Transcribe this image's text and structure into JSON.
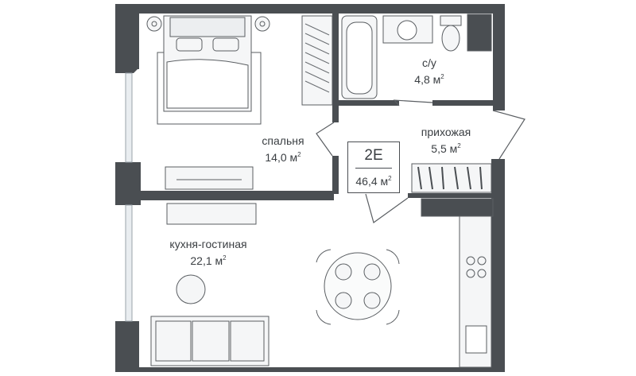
{
  "apartment": {
    "code": "2E",
    "total_area": "46,4",
    "unit": "м",
    "unit_power": "2"
  },
  "rooms": {
    "bathroom": {
      "name": "с/у",
      "area": "4,8 м",
      "power": "2"
    },
    "bedroom": {
      "name": "спальня",
      "area": "14,0 м",
      "power": "2"
    },
    "hallway": {
      "name": "прихожая",
      "area": "5,5 м",
      "power": "2"
    },
    "living": {
      "name": "кухня-гостиная",
      "area": "22,1 м",
      "power": "2"
    }
  },
  "colors": {
    "wall": "#4a4e52",
    "line": "#5a5e62",
    "furniture_fill": "#f3f4f5",
    "window": "#cfd6dc"
  }
}
